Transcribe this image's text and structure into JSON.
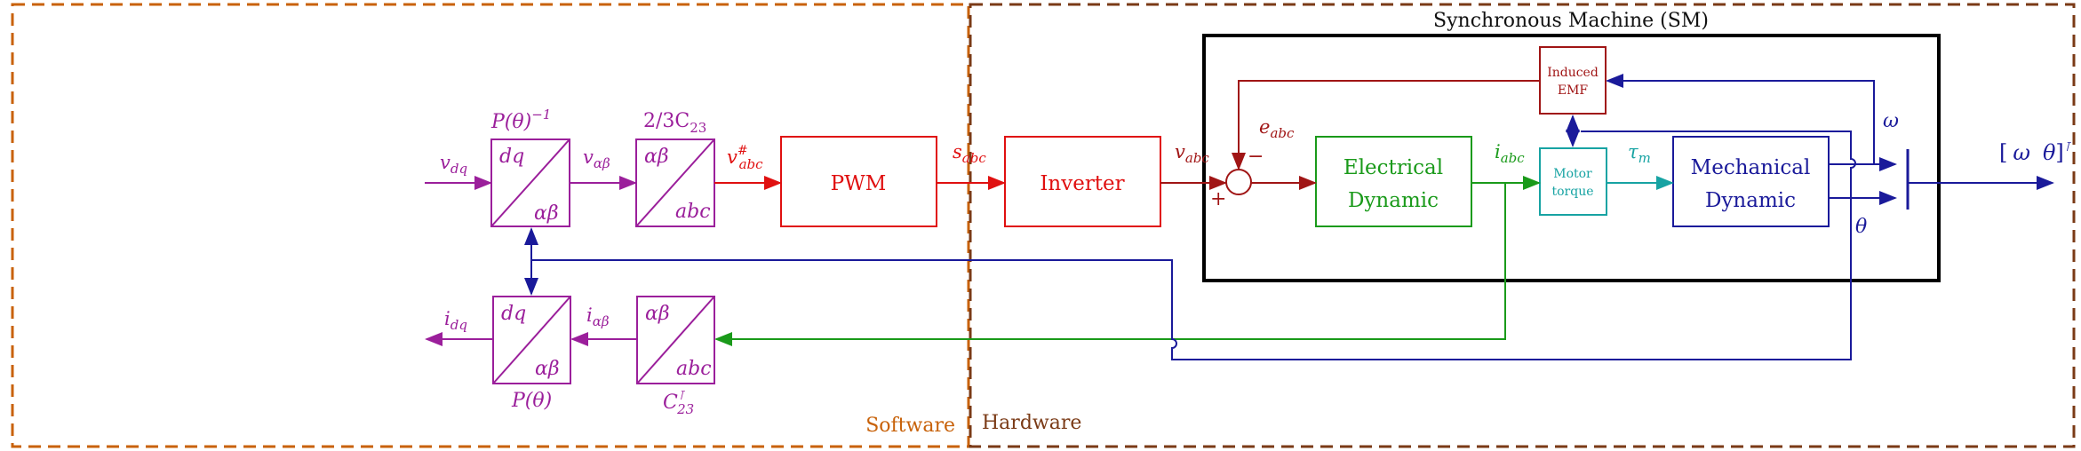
{
  "regions": {
    "software": {
      "label": "Software",
      "color": "#c8620a"
    },
    "hardware": {
      "label": "Hardware",
      "color": "#7a3a16"
    }
  },
  "machine": {
    "title": "Synchronous Machine (SM)"
  },
  "blocks": {
    "park_inv": {
      "top": "dq",
      "bottom": "αβ",
      "caption": "P(θ)",
      "caption_sup": "−1",
      "color": "#9b1f9b"
    },
    "clarke_inv": {
      "top": "αβ",
      "bottom": "abc",
      "caption": "2/3C",
      "caption_sub": "23",
      "color": "#9b1f9b"
    },
    "park": {
      "top": "dq",
      "bottom": "αβ",
      "caption": "P(θ)",
      "color": "#9b1f9b"
    },
    "clarke": {
      "top": "αβ",
      "bottom": "abc",
      "caption": "C",
      "caption_sup": "⊺",
      "caption_sub": "23",
      "color": "#9b1f9b"
    },
    "pwm": {
      "label": "PWM",
      "color": "#e01010"
    },
    "inverter": {
      "label": "Inverter",
      "color": "#e01010"
    },
    "electrical": {
      "line1": "Electrical",
      "line2": "Dynamic",
      "color": "#1a9a1a"
    },
    "mechanical": {
      "line1": "Mechanical",
      "line2": "Dynamic",
      "color": "#1a1a9a"
    },
    "emf": {
      "line1": "Induced",
      "line2": "EMF",
      "color": "#a01515"
    },
    "torque": {
      "line1": "Motor",
      "line2": "torque",
      "color": "#17a3a3"
    }
  },
  "signals": {
    "v_dq": {
      "base": "v",
      "sub": "dq"
    },
    "v_ab": {
      "base": "v",
      "sub": "αβ"
    },
    "v_abc_ref": {
      "base": "v",
      "sub": "abc",
      "sup": "#"
    },
    "s_abc": {
      "base": "s",
      "sub": "abc"
    },
    "v_abc": {
      "base": "v",
      "sub": "abc"
    },
    "e_abc": {
      "base": "e",
      "sub": "abc"
    },
    "i_abc": {
      "base": "i",
      "sub": "abc"
    },
    "tau_m": {
      "base": "τ",
      "sub": "m"
    },
    "omega": {
      "base": "ω"
    },
    "theta": {
      "base": "θ"
    },
    "i_dq": {
      "base": "i",
      "sub": "dq"
    },
    "i_ab": {
      "base": "i",
      "sub": "αβ"
    },
    "output_vec": {
      "open": "[",
      "a": "ω",
      "b": "θ",
      "close": "]",
      "sup": "⊺"
    }
  },
  "summing": {
    "plus": "+",
    "minus": "−"
  }
}
